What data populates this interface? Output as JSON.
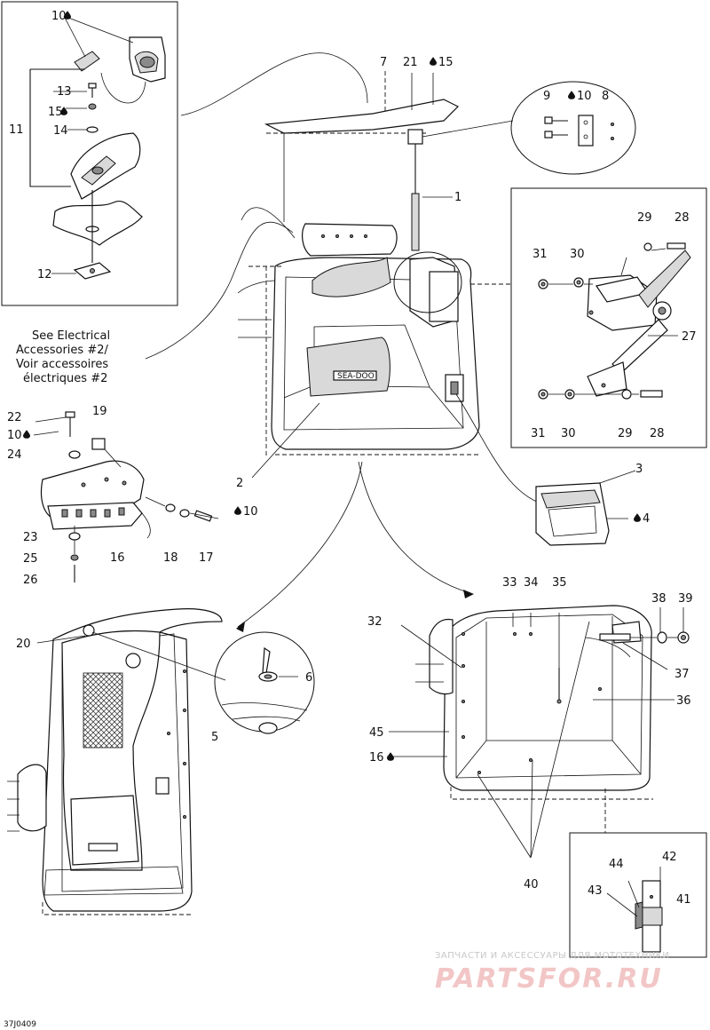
{
  "diagram_code": "37J0409",
  "cross_reference": {
    "line1": "See Electrical",
    "line2": "Accessories #2/",
    "line3": "Voir accessoires",
    "line4": "électriques #2"
  },
  "watermark": {
    "tagline": "ЗАПЧАСТИ И АКСЕССУАРЫ ДЛЯ МОТОТЕХНИКИ",
    "brand": "PARTSFOR.RU"
  },
  "box_brand": "SEA-DOO",
  "callouts": {
    "c10a": "10",
    "c13": "13",
    "c15a": "15",
    "c14": "14",
    "c11": "11",
    "c12": "12",
    "c7": "7",
    "c21": "21",
    "c15b": "15",
    "c9": "9",
    "c10b": "10",
    "c8": "8",
    "c1": "1",
    "c29a": "29",
    "c28a": "28",
    "c31a": "31",
    "c30a": "30",
    "c27": "27",
    "c31b": "31",
    "c30b": "30",
    "c29b": "29",
    "c28b": "28",
    "c22": "22",
    "c19": "19",
    "c10c": "10",
    "c24": "24",
    "c23": "23",
    "c25": "25",
    "c16": "16",
    "c18": "18",
    "c17": "17",
    "c10d": "10",
    "c26": "26",
    "c2": "2",
    "c3": "3",
    "c4": "4",
    "c20": "20",
    "c6": "6",
    "c5": "5",
    "c33": "33",
    "c34": "34",
    "c35": "35",
    "c38": "38",
    "c39": "39",
    "c32": "32",
    "c37": "37",
    "c36": "36",
    "c45": "45",
    "c16b": "16",
    "c40": "40",
    "c44": "44",
    "c42": "42",
    "c43": "43",
    "c41": "41"
  },
  "icons": {
    "droplet": "lubricant-droplet-icon"
  }
}
